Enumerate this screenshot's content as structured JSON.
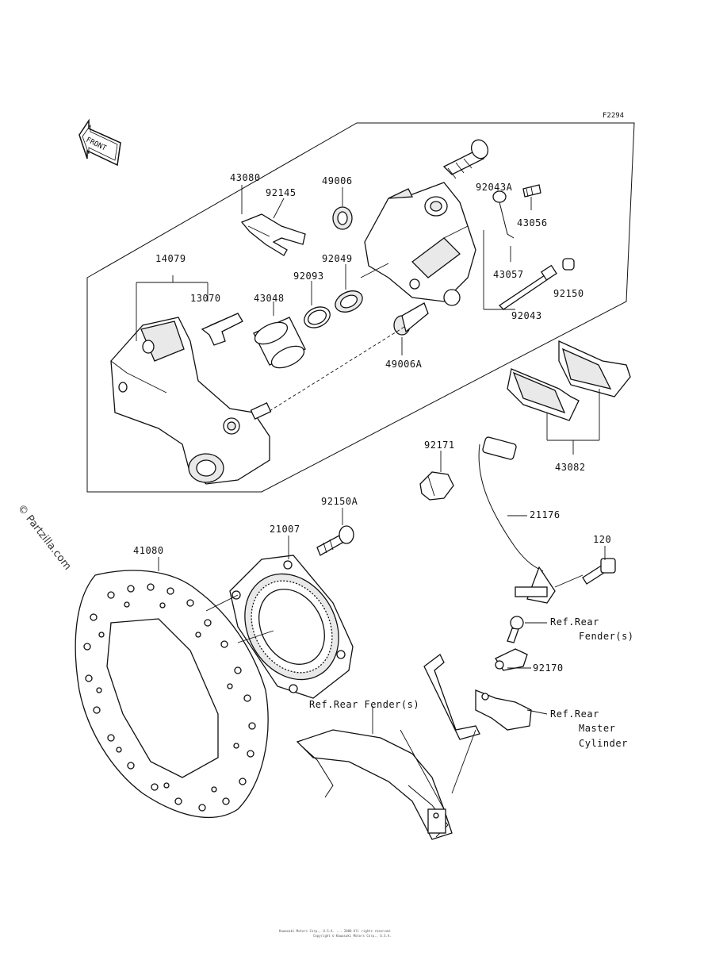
{
  "figure_code": "F2294",
  "watermark": "© Partzilla.com",
  "direction_label": "FRONT",
  "footer_lines": [
    "Kawasaki Motors Corp., U.S.A. ... 2008 All rights reserved.",
    "Copyright © Kawasaki Motors Corp., U.S.A."
  ],
  "parts": {
    "p43080": "43080",
    "p92145": "92145",
    "p49006": "49006",
    "p92043A": "92043A",
    "p14079": "14079",
    "p92049": "92049",
    "p43056": "43056",
    "p13070": "13070",
    "p43048": "43048",
    "p92093": "92093",
    "p43057": "43057",
    "p92150": "92150",
    "p92043": "92043",
    "p49006A": "49006A",
    "p43082": "43082",
    "p92171": "92171",
    "p21176": "21176",
    "p92150A": "92150A",
    "p21007": "21007",
    "p41080": "41080",
    "p120": "120",
    "p92170": "92170"
  },
  "references": {
    "rear_fender_line1": "Ref.Rear",
    "rear_fender_line2": "Fender(s)",
    "rear_fender_inline": "Ref.Rear Fender(s)",
    "master_line1": "Ref.Rear",
    "master_line2": "Master",
    "master_line3": "Cylinder"
  }
}
